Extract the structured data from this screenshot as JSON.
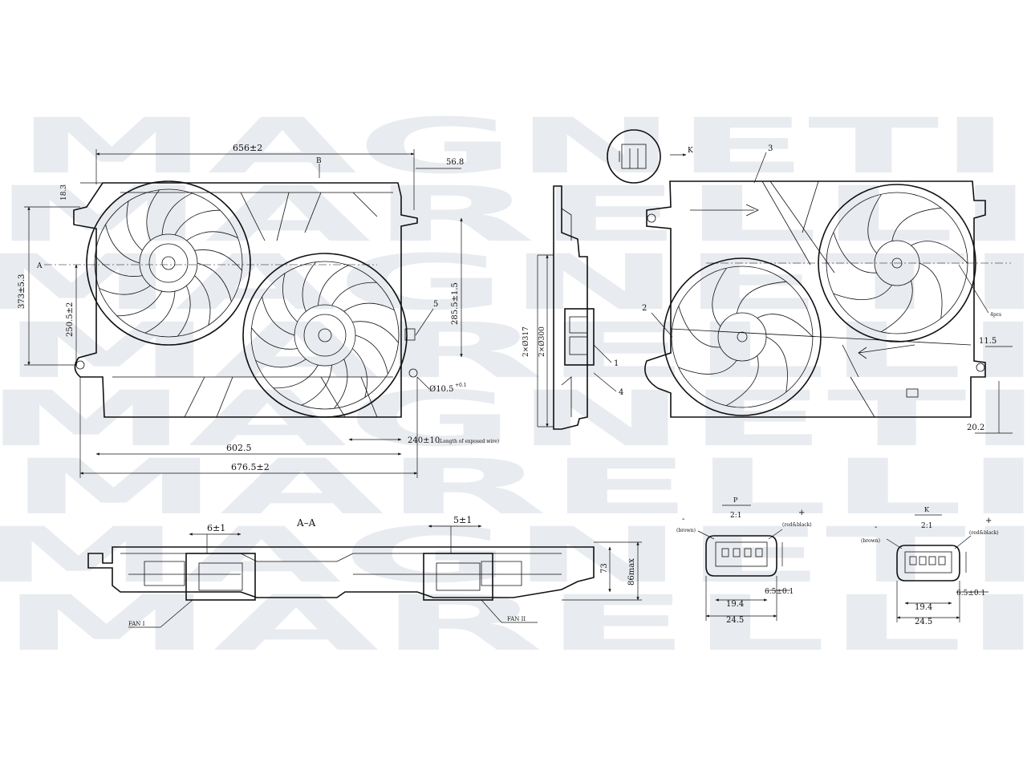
{
  "watermark": {
    "brand_words": [
      "MAGNETI",
      "MARELLI"
    ]
  },
  "front_view": {
    "dim_width_top": "656±2",
    "dim_right_offset": "56.8",
    "dim_corner": "18.3",
    "dim_height_left": "373±5.3",
    "dim_height_inner": "250.5±2",
    "dim_height_right": "285.5±1.5",
    "dim_bottom_inner": "602.5",
    "dim_bottom_overall": "676.5±2",
    "dim_hole": "Ø10.5",
    "dim_hole_tol": "+0.1",
    "wire_length": "240±10",
    "wire_note": "(Length of exposed wire)",
    "section_mark_a": "A",
    "section_mark_b": "B",
    "callout_5": "5"
  },
  "side_view": {
    "dim_a": "2×Ø317",
    "dim_b": "2×Ø300",
    "callout_1": "1",
    "callout_4": "4"
  },
  "rear_view": {
    "callout_2": "2",
    "callout_3": "3",
    "view_mark_k": "K",
    "dim_right_a": "11.5",
    "dim_right_b": "20.2",
    "small_label": "4pcs"
  },
  "section_view": {
    "title": "A–A",
    "dim_left": "6±1",
    "dim_right": "5±1",
    "dim_depth": "73",
    "dim_max": "86max",
    "label_fan1": "FAN I",
    "label_fan2": "FAN II"
  },
  "connector_p": {
    "view_mark": "P",
    "scale": "2:1",
    "plus": "+",
    "minus": "-",
    "wire_left": "(brown)",
    "wire_right": "(red&black)",
    "dim_inner": "19.4",
    "dim_outer": "24.5",
    "dim_pin": "6.5±0.1"
  },
  "connector_k": {
    "view_mark": "K",
    "scale": "2:1",
    "plus": "+",
    "minus": "-",
    "wire_left": "(brown)",
    "wire_right": "(red&black)",
    "dim_inner": "19.4",
    "dim_outer": "24.5",
    "dim_pin": "6.5±0.1"
  }
}
